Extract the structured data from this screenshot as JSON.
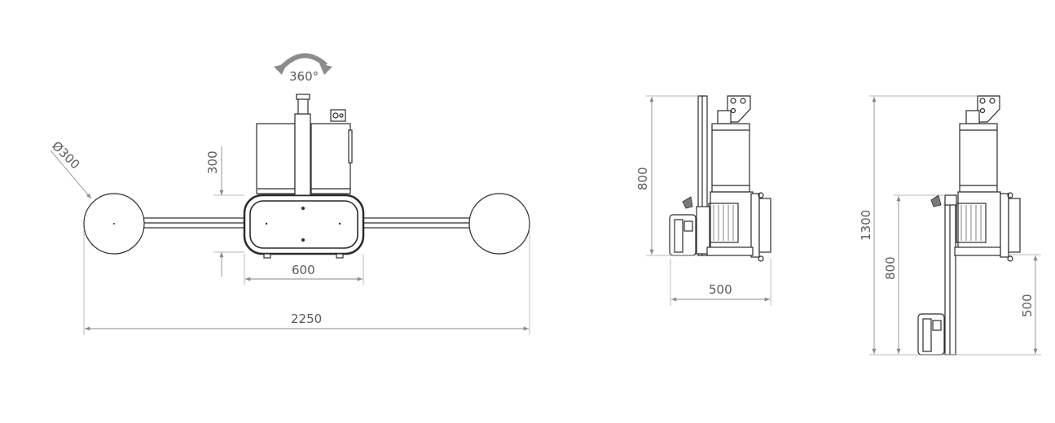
{
  "rotation": {
    "label": "360°"
  },
  "dimensions": {
    "diameter": "Ø300",
    "box_height": "300",
    "frame_width": "600",
    "overall_width": "2250",
    "side_height": "800",
    "side_depth": "500",
    "full_height": "1300",
    "mid_height": "800",
    "base_height": "500"
  },
  "colors": {
    "line": "#2b2b2b",
    "dimension": "#8a8a8a",
    "text": "#5a5a5a",
    "arrow": "#8c8c8c"
  }
}
